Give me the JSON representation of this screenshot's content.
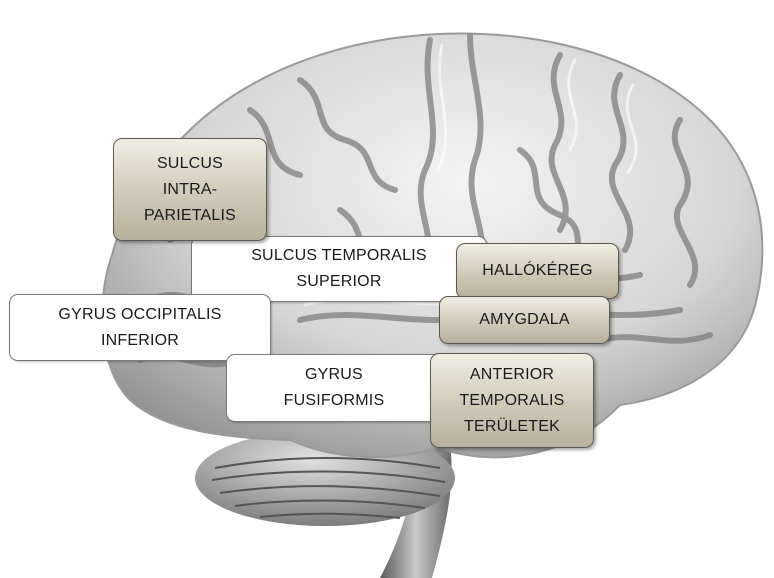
{
  "labels": {
    "sulcus_intraparietalis": "SULCUS\nINTRA-\nPARIETALIS",
    "sulcus_temporalis_superior": "SULCUS TEMPORALIS\nSUPERIOR",
    "hallokereg": "HALLÓKÉREG",
    "gyrus_occipitalis_inferior": "GYRUS OCCIPITALIS\nINFERIOR",
    "amygdala": "AMYGDALA",
    "gyrus_fusiformis": "GYRUS\nFUSIFORMIS",
    "anterior_temporalis_teruletek": "ANTERIOR\nTEMPORALIS\nTERÜLETEK"
  },
  "colors": {
    "highlighted_box": "#c8c3b0",
    "plain_box": "#ffffff",
    "brain": "#c9c9c9"
  }
}
